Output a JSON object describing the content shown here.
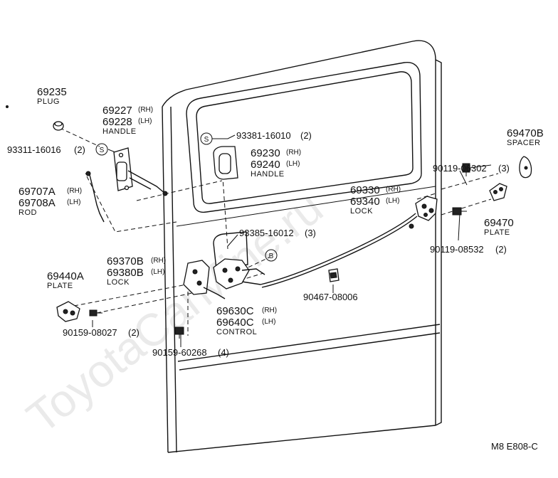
{
  "watermark": "ToyotaCarMine.ru",
  "diagram_code": "M8  E808-C",
  "callouts": {
    "s": "S",
    "b": "B"
  },
  "parts": {
    "p69235": {
      "number": "69235",
      "desc": "PLUG"
    },
    "p69227": {
      "number": "69227",
      "side": "(RH)"
    },
    "p69228": {
      "number": "69228",
      "side": "(LH)",
      "desc": "HANDLE"
    },
    "p93311": {
      "number": "93311-16016",
      "qty": "(2)"
    },
    "p69707": {
      "number": "69707A",
      "side": "(RH)"
    },
    "p69708": {
      "number": "69708A",
      "side": "(LH)",
      "desc": "ROD"
    },
    "p93381": {
      "number": "93381-16010",
      "qty": "(2)"
    },
    "p69230": {
      "number": "69230",
      "side": "(RH)"
    },
    "p69240": {
      "number": "69240",
      "side": "(LH)",
      "desc": "HANDLE"
    },
    "p69470b": {
      "number": "69470B",
      "desc": "SPACER"
    },
    "p90119a": {
      "number": "90119-06302",
      "qty": "(3)"
    },
    "p69330": {
      "number": "69330",
      "side": "(RH)"
    },
    "p69340": {
      "number": "69340",
      "side": "(LH)",
      "desc": "LOCK"
    },
    "p69470": {
      "number": "69470",
      "desc": "PLATE"
    },
    "p90119b": {
      "number": "90119-08532",
      "qty": "(2)"
    },
    "p93385": {
      "number": "93385-16012",
      "qty": "(3)"
    },
    "p69370": {
      "number": "69370B",
      "side": "(RH)"
    },
    "p69380": {
      "number": "69380B",
      "side": "(LH)",
      "desc": "LOCK"
    },
    "p69440": {
      "number": "69440A",
      "desc": "PLATE"
    },
    "p90467": {
      "number": "90467-08006"
    },
    "p69630": {
      "number": "69630C",
      "side": "(RH)"
    },
    "p69640": {
      "number": "69640C",
      "side": "(LH)",
      "desc": "CONTROL"
    },
    "p90159a": {
      "number": "90159-08027",
      "qty": "(2)"
    },
    "p90159b": {
      "number": "90159-60268",
      "qty": "(4)"
    }
  }
}
